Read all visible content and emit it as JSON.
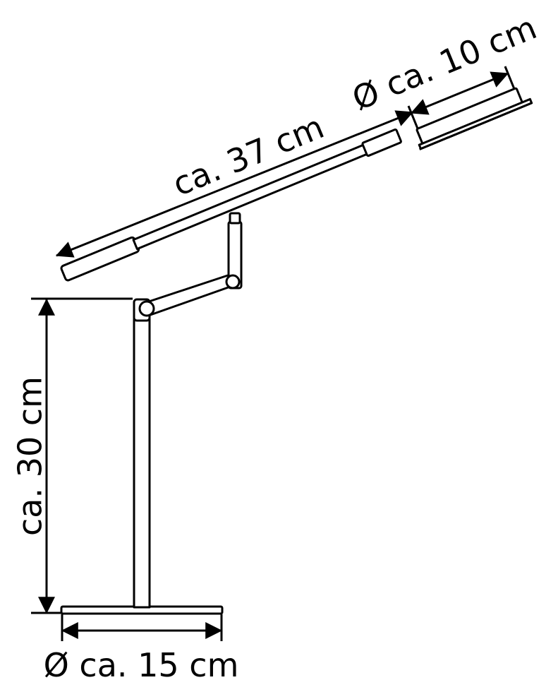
{
  "diagram": {
    "dimensions": {
      "arm_length": "ca. 37 cm",
      "head_diameter": "Ø ca. 10 cm",
      "height": "ca. 30 cm",
      "base_diameter": "Ø ca. 15 cm"
    }
  },
  "colors": {
    "line": "#000000",
    "fill": "#ffffff"
  }
}
